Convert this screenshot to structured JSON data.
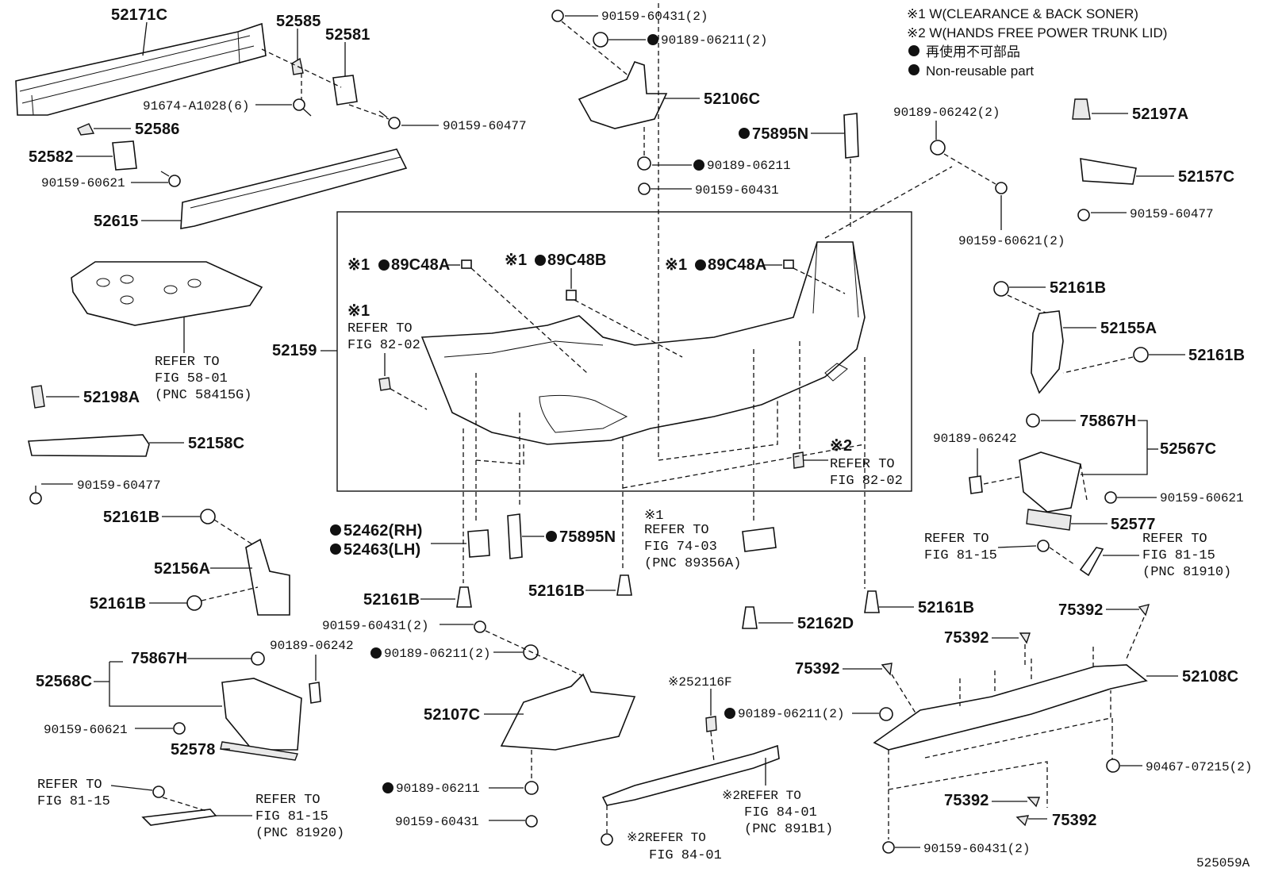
{
  "legend": {
    "note1": "※1  W(CLEARANCE & BACK SONER)",
    "note2": "※2  W(HANDS FREE POWER TRUNK LID)",
    "note3": "再使用不可部品",
    "note4": "Non-reusable part"
  },
  "figure_id": "525059A",
  "labels": {
    "p52171C": "52171C",
    "p52585": "52585",
    "p52581": "52581",
    "p91674": "91674-A1028(6)",
    "p90159_60477_a": "90159-60477",
    "p52586": "52586",
    "p52582": "52582",
    "p90159_60621_a": "90159-60621",
    "p52615": "52615",
    "ref58": "REFER TO",
    "ref58b": "FIG 58-01",
    "ref58c": "(PNC 58415G)",
    "p52198A": "52198A",
    "p52158C": "52158C",
    "p90159_60477_b": "90159-60477",
    "p52161B_a": "52161B",
    "p52156A": "52156A",
    "p52161B_b": "52161B",
    "p75867H_a": "75867H",
    "p90189_06242_a": "90189-06242",
    "p52568C": "52568C",
    "p90159_60621_b": "90159-60621",
    "p52578": "52578",
    "ref81a": "REFER TO",
    "ref81a2": "FIG 81-15",
    "ref81b": "REFER TO",
    "ref81b2": "FIG 81-15",
    "ref81b3": "(PNC 81920)",
    "p90159_60431_top": "90159-60431(2)",
    "p90189_06211_top": "90189-06211(2)",
    "p52106C": "52106C",
    "p90189_06211_mid": "90189-06211",
    "p90159_60431_mid": "90159-60431",
    "p75895N_a": "75895N",
    "p52159": "52159",
    "p89C48A_a": "89C48A",
    "p89C48B": "89C48B",
    "p89C48A_b": "89C48A",
    "mark1": "※1",
    "mark1b": "※1",
    "mark1c": "※1",
    "mark1d": "※1",
    "ref82a": "REFER TO",
    "ref82a2": "FIG 82-02",
    "mark2a": "※2",
    "ref82b": "REFER TO",
    "ref82b2": "FIG 82-02",
    "p52462": "52462(RH)",
    "p52463": "52463(LH)",
    "p75895N_b": "75895N",
    "ref74": "REFER TO",
    "ref74b": "FIG 74-03",
    "ref74c": "(PNC 89356A)",
    "p52161B_c": "52161B",
    "p52161B_d": "52161B",
    "p52161B_e": "52161B",
    "p52162D": "52162D",
    "p90159_60431_c": "90159-60431(2)",
    "p90189_06211_c": "90189-06211(2)",
    "p52107C": "52107C",
    "p90189_06211_d": "90189-06211",
    "p90159_60431_d": "90159-60431",
    "p52116F": "※252116F",
    "ref84a": "※2REFER TO",
    "ref84a2": "FIG 84-01",
    "ref84a3": "(PNC 891B1)",
    "ref84b": "※2REFER TO",
    "ref84b2": "FIG 84-01",
    "p90189_06242_top": "90189-06242(2)",
    "p90159_60621_top": "90159-60621(2)",
    "p52197A": "52197A",
    "p52157C": "52157C",
    "p90159_60477_c": "90159-60477",
    "p52161B_f": "52161B",
    "p52155A": "52155A",
    "p52161B_g": "52161B",
    "p75867H_b": "75867H",
    "p90189_06242_b": "90189-06242",
    "p52567C": "52567C",
    "p90159_60621_c": "90159-60621",
    "p52577": "52577",
    "ref81c": "REFER TO",
    "ref81c2": "FIG 81-15",
    "ref81d": "REFER TO",
    "ref81d2": "FIG 81-15",
    "ref81d3": "(PNC 81910)",
    "p75392_a": "75392",
    "p75392_b": "75392",
    "p75392_c": "75392",
    "p52108C": "52108C",
    "p90189_06211_e": "90189-06211(2)",
    "p90467": "90467-07215(2)",
    "p75392_d": "75392",
    "p75392_e": "75392",
    "p90159_60431_e": "90159-60431(2)"
  }
}
